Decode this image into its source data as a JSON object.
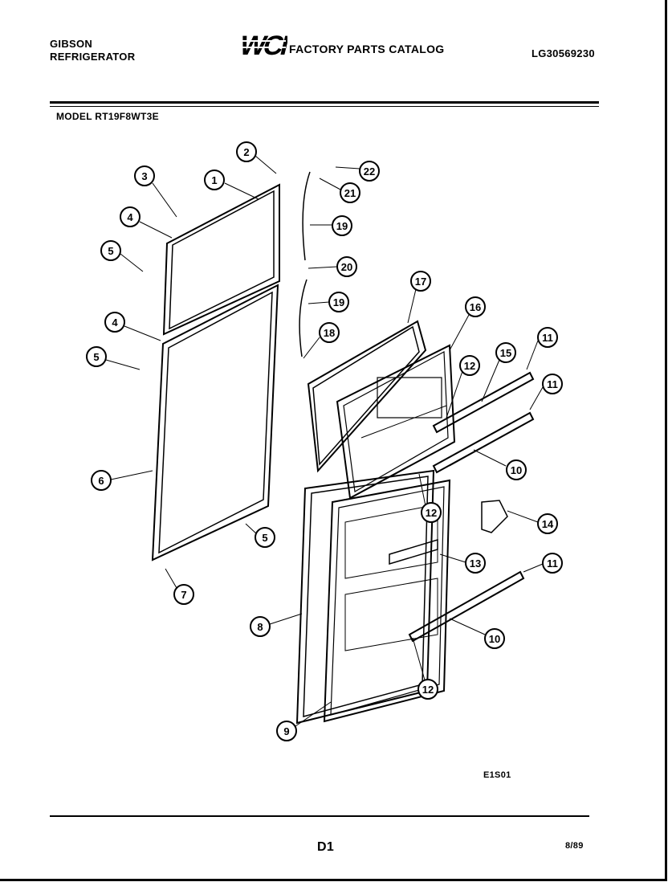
{
  "header": {
    "brand_line1": "GIBSON",
    "brand_line2": "REFRIGERATOR",
    "logo": "WCI",
    "catalog_title": "FACTORY PARTS CATALOG",
    "doc_number": "LG30569230",
    "model": "MODEL RT19F8WT3E"
  },
  "footer": {
    "drawing_code": "E1S01",
    "page_id": "D1",
    "date": "8/89"
  },
  "callouts": {
    "c1": "1",
    "c2": "2",
    "c3": "3",
    "c4a": "4",
    "c4b": "4",
    "c5a": "5",
    "c5b": "5",
    "c5c": "5",
    "c6": "6",
    "c7": "7",
    "c8": "8",
    "c9": "9",
    "c10a": "10",
    "c10b": "10",
    "c11a": "11",
    "c11b": "11",
    "c11c": "11",
    "c12a": "12",
    "c12b": "12",
    "c12c": "12",
    "c13": "13",
    "c14": "14",
    "c15": "15",
    "c16": "16",
    "c17": "17",
    "c18": "18",
    "c19a": "19",
    "c19b": "19",
    "c20": "20",
    "c21": "21",
    "c22": "22"
  }
}
